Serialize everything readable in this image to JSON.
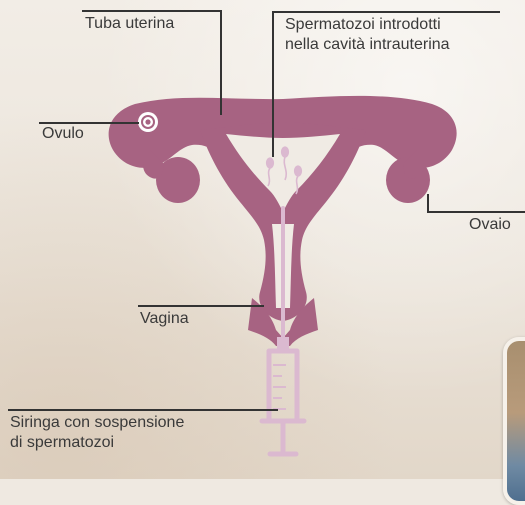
{
  "colors": {
    "organ": "#a76382",
    "syringe": "#dbb9d0",
    "label_text": "#3a3a3a",
    "leader_line": "#333333"
  },
  "labels": {
    "tuba_uterina": "Tuba uterina",
    "spermatozoi_line1": "Spermatozoi introdotti",
    "spermatozoi_line2": "nella cavità intrauterina",
    "ovulo": "Ovulo",
    "ovaio": "Ovaio",
    "vagina": "Vagina",
    "siringa_line1": "Siringa con sospensione",
    "siringa_line2": "di spermatozoi"
  }
}
